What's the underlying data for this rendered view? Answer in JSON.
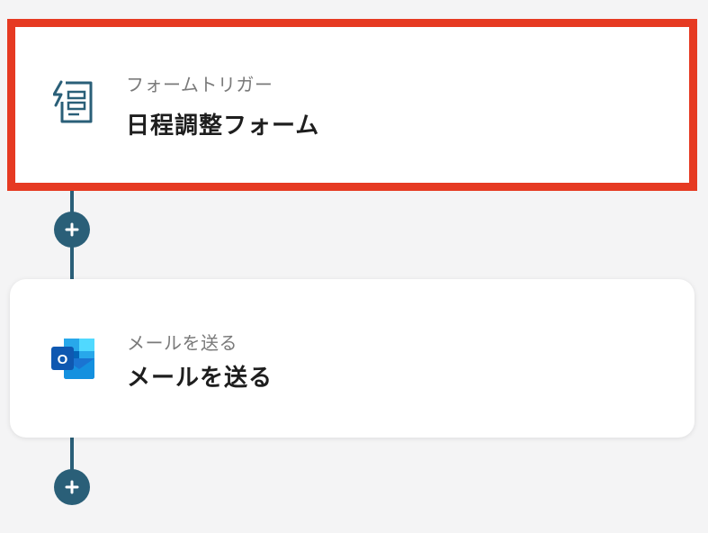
{
  "flow": {
    "steps": [
      {
        "type": "trigger",
        "subtitle": "フォームトリガー",
        "title": "日程調整フォーム",
        "icon": "form-trigger-icon",
        "selected": true
      },
      {
        "type": "action",
        "subtitle": "メールを送る",
        "title": "メールを送る",
        "icon": "outlook-icon",
        "selected": false
      }
    ],
    "add_buttons": [
      "+",
      "+"
    ]
  },
  "colors": {
    "accent": "#2a5f78",
    "selected_border": "#e63a22",
    "background": "#f4f4f5",
    "card": "#ffffff"
  }
}
